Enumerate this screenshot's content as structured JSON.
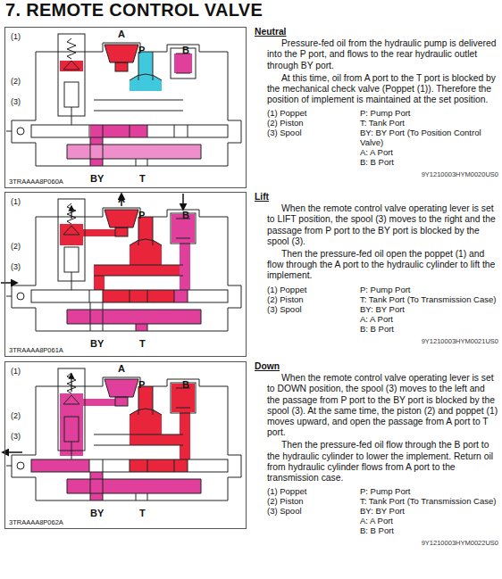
{
  "diagram": {
    "title": "7. REMOTE CONTROL VALVE",
    "nodes": [
      {
        "text": [
          "3TRAAAA8P060A"
        ]
      },
      {
        "text": [
          "3TRAAAA8P061A"
        ]
      },
      {
        "text": [
          "3TRAAAA8P062A"
        ]
      }
    ],
    "labels": [
      "Neutral",
      "Pressure-fed oil from the hydraulic pump is delivered into the P port, and flows to the rear hydraulic outlet through BY port.",
      "At this time, oil from A port to the T port is blocked by the mechanical check valve (Poppet (1)). Therefore the position of implement is maintained at the set position.",
      "(1) Poppet",
      "(2) Piston",
      "(3) Spool",
      "P: Pump Port",
      "T: Tank Port",
      "BY: BY Port (To Position Control Valve)",
      "A: A Port",
      "B: B Port",
      "9Y1210003HYM0020US0",
      "(1)",
      "(2)",
      "(3)",
      "A",
      "P",
      "B",
      "BY",
      "T",
      "Lift",
      "When the remote control valve operating lever is set to LIFT position, the spool (3) moves to the right and the passage from P port to the BY port is blocked by the spool (3).",
      "Then the pressure-fed oil open the poppet (1) and flow through the A port to the hydraulic cylinder to lift the implement.",
      "(1) Poppet",
      "(2) Piston",
      "(3) Spool",
      "P: Pump Port",
      "T: Tank Port (To Transmission Case)",
      "BY: BY Port",
      "A: A Port",
      "B: B Port",
      "9Y1210003HYM0021US0",
      "(1)",
      "(2)",
      "(3)",
      "A",
      "P",
      "B",
      "BY",
      "T",
      "Down",
      "When the remote control valve operating lever is set to DOWN position, the spool (3) moves to the left and the passage from P port to the BY port is blocked by the spool (3). At the same time, the piston (2) and poppet (1) moves upward, and open the passage from A port to T port.",
      "Then the pressure-fed oil flow through the B port to the hydraulic cylinder to lower the implement. Return oil from hydraulic cylinder flows from A port to the transmission case.",
      "(1) Poppet",
      "(2) Piston",
      "(3) Spool",
      "P: Pump Port",
      "T: Tank Port (To Transmission Case)",
      "BY: BY Port",
      "A: A Port",
      "B: B Port",
      "9Y1210003HYM0022US0",
      "(1)",
      "(2)",
      "(3)",
      "A",
      "P",
      "B",
      "BY",
      "T"
    ]
  }
}
